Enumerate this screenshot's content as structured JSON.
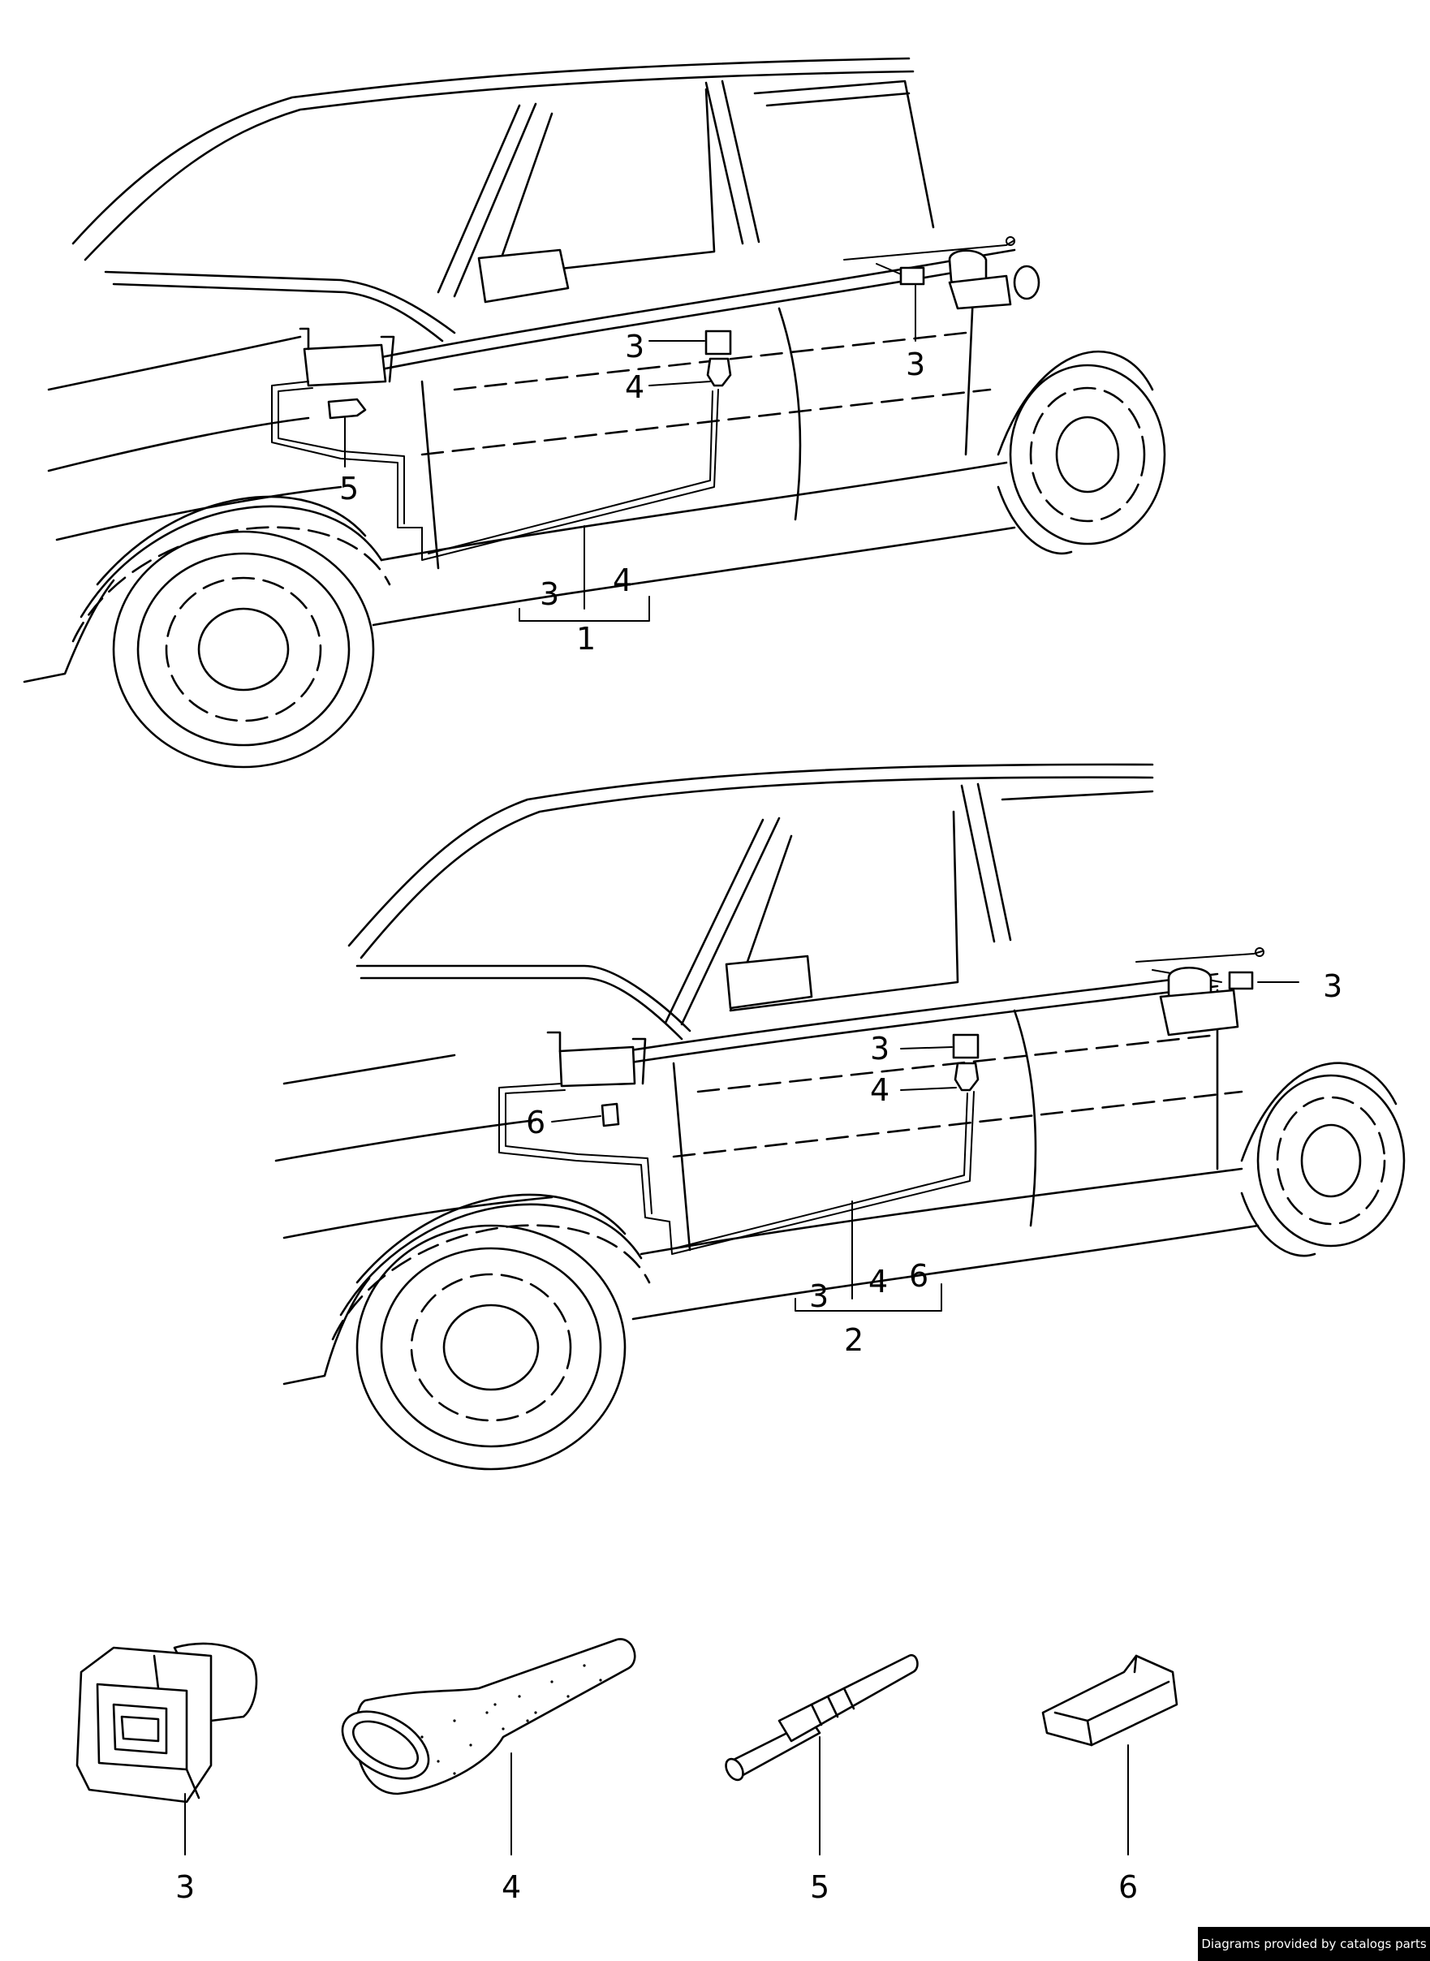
{
  "diagram": {
    "top_view": {
      "callouts": {
        "a3": "3",
        "a4": "4",
        "a3_rear": "3",
        "a5": "5",
        "bracket_left": "3",
        "bracket_right": "4",
        "assembly": "1"
      }
    },
    "bottom_view": {
      "callouts": {
        "b3_rear": "3",
        "b3": "3",
        "b4": "4",
        "b6": "6",
        "bracket_left": "3",
        "bracket_mid": "4",
        "bracket_right": "6",
        "assembly": "2"
      }
    },
    "parts_row": [
      {
        "number": "3",
        "icon": "connector-housing-icon"
      },
      {
        "number": "4",
        "icon": "rubber-boot-icon"
      },
      {
        "number": "5",
        "icon": "pin-contact-icon"
      },
      {
        "number": "6",
        "icon": "flat-clip-icon"
      }
    ]
  },
  "footer": {
    "credit": "Diagrams provided by catalogs parts"
  }
}
